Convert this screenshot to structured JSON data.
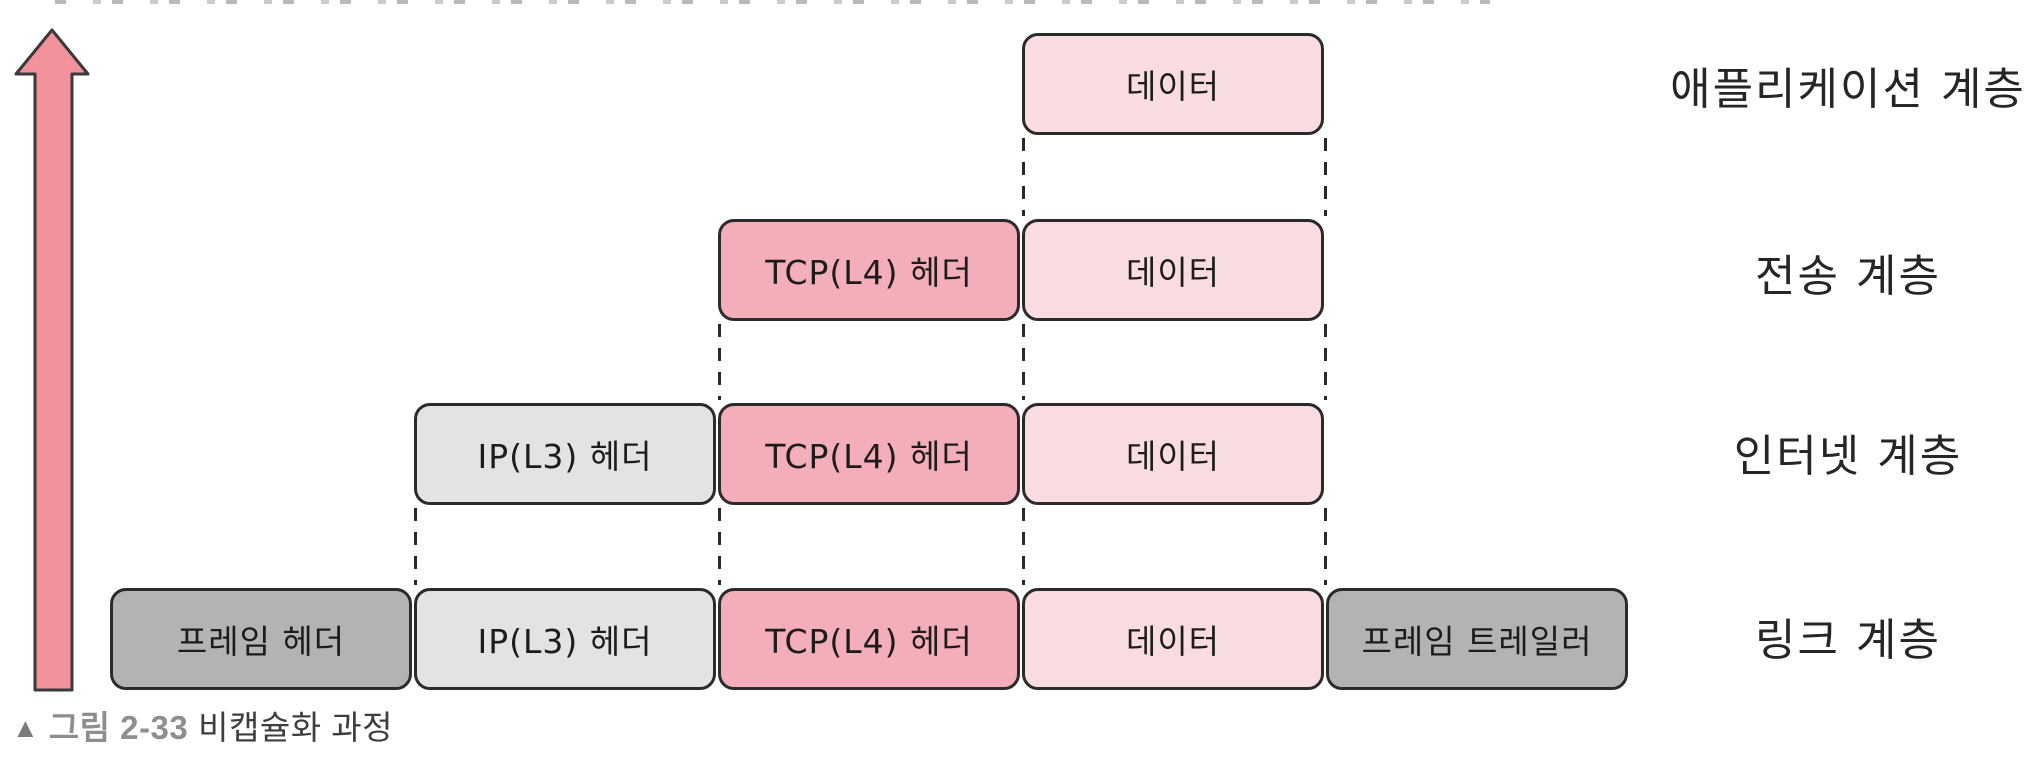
{
  "figure": {
    "caption": {
      "marker": "▲",
      "number": "그림 2-33",
      "title": "비캡슐화 과정"
    },
    "layers": [
      {
        "name": "application",
        "label": "애플리케이션 계층",
        "boxes": [
          {
            "text": "데이터",
            "type": "data"
          }
        ]
      },
      {
        "name": "transport",
        "label": "전송 계층",
        "boxes": [
          {
            "text": "TCP(L4) 헤더",
            "type": "tcp"
          },
          {
            "text": "데이터",
            "type": "data"
          }
        ]
      },
      {
        "name": "internet",
        "label": "인터넷 계층",
        "boxes": [
          {
            "text": "IP(L3) 헤더",
            "type": "ip"
          },
          {
            "text": "TCP(L4) 헤더",
            "type": "tcp"
          },
          {
            "text": "데이터",
            "type": "data"
          }
        ]
      },
      {
        "name": "link",
        "label": "링크 계층",
        "boxes": [
          {
            "text": "프레임 헤더",
            "type": "frame"
          },
          {
            "text": "IP(L3) 헤더",
            "type": "ip"
          },
          {
            "text": "TCP(L4) 헤더",
            "type": "tcp"
          },
          {
            "text": "데이터",
            "type": "data"
          },
          {
            "text": "프레임 트레일러",
            "type": "frame"
          }
        ]
      }
    ],
    "colors": {
      "data_box": "#f9dce0",
      "tcp_box": "#f4aeb9",
      "ip_box": "#e3e3e3",
      "frame_box": "#b3b3b3",
      "box_border": "#2b2b2b",
      "arrow_fill": "#f2929d",
      "arrow_stroke": "#3a3a3a"
    }
  }
}
